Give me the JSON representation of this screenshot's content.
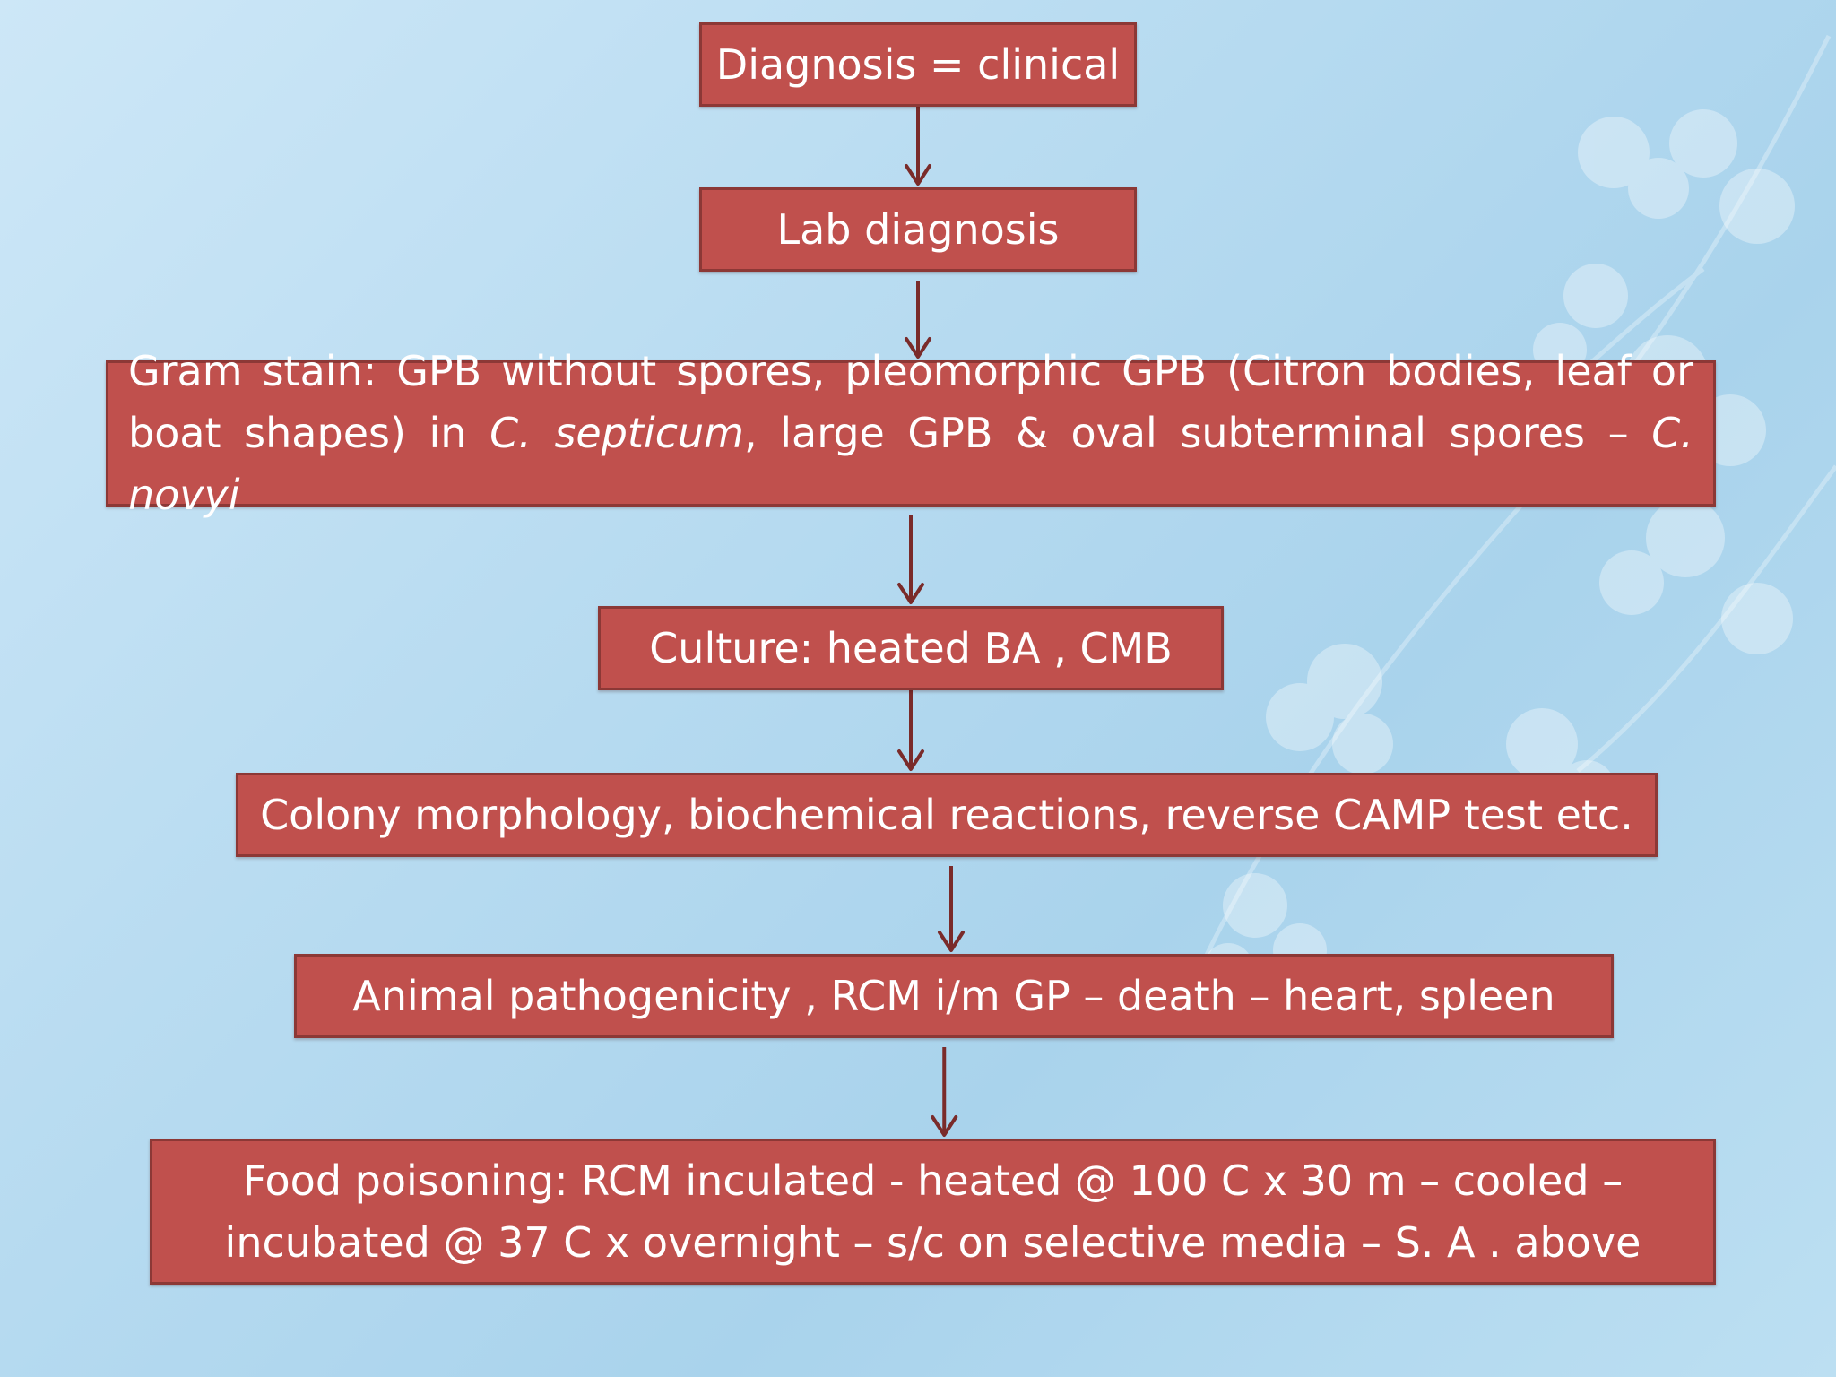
{
  "colors": {
    "box_fill": "#c0504d",
    "box_border": "#8c3836",
    "arrow": "#7a2b2a",
    "text": "#ffffff"
  },
  "nodes": [
    {
      "id": "n1",
      "text": "Diagnosis = clinical"
    },
    {
      "id": "n2",
      "text": "Lab diagnosis"
    },
    {
      "id": "n3",
      "text_a": "Gram stain: GPB without spores, pleomorphic GPB (Citron bodies, leaf or boat shapes) in ",
      "text_b": "C. septicum",
      "text_c": ", large GPB & oval subterminal spores – ",
      "text_d": "C. novyi"
    },
    {
      "id": "n4",
      "text": "Culture: heated BA , CMB"
    },
    {
      "id": "n5",
      "text": "Colony morphology, biochemical reactions, reverse CAMP test etc."
    },
    {
      "id": "n6",
      "text": "Animal pathogenicity , RCM i/m GP – death – heart, spleen"
    },
    {
      "id": "n7",
      "line1": "Food poisoning: RCM inculated  - heated @ 100 C x 30 m – cooled –",
      "line2": "incubated @ 37 C x overnight – s/c on selective media – S. A . above"
    }
  ],
  "edges": [
    [
      "n1",
      "n2"
    ],
    [
      "n2",
      "n3"
    ],
    [
      "n3",
      "n4"
    ],
    [
      "n4",
      "n5"
    ],
    [
      "n5",
      "n6"
    ],
    [
      "n6",
      "n7"
    ]
  ]
}
